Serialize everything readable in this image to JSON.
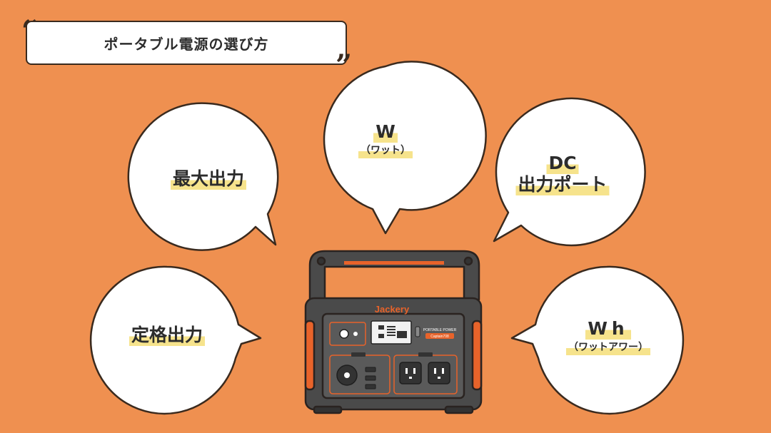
{
  "title": "ポータブル電源の選び方",
  "quote_open": "“",
  "quote_close": "”",
  "bubbles": {
    "max_output": "最大出力",
    "watt_main": "W",
    "watt_sub": "（ワット）",
    "dc_line1": "DC",
    "dc_line2": "出力ポート",
    "rated_output": "定格出力",
    "wh_main": "Wh",
    "wh_sub": "（ワットアワー）"
  },
  "device": {
    "brand": "Jackery",
    "product_line1": "PORTABLE POWER",
    "product_line2": "Captain708"
  },
  "colors": {
    "background": "#EF9050",
    "outline": "#3A2A1E",
    "highlight": "#F6E38C",
    "device_body": "#4A4A4A",
    "device_accent": "#E8632A"
  }
}
